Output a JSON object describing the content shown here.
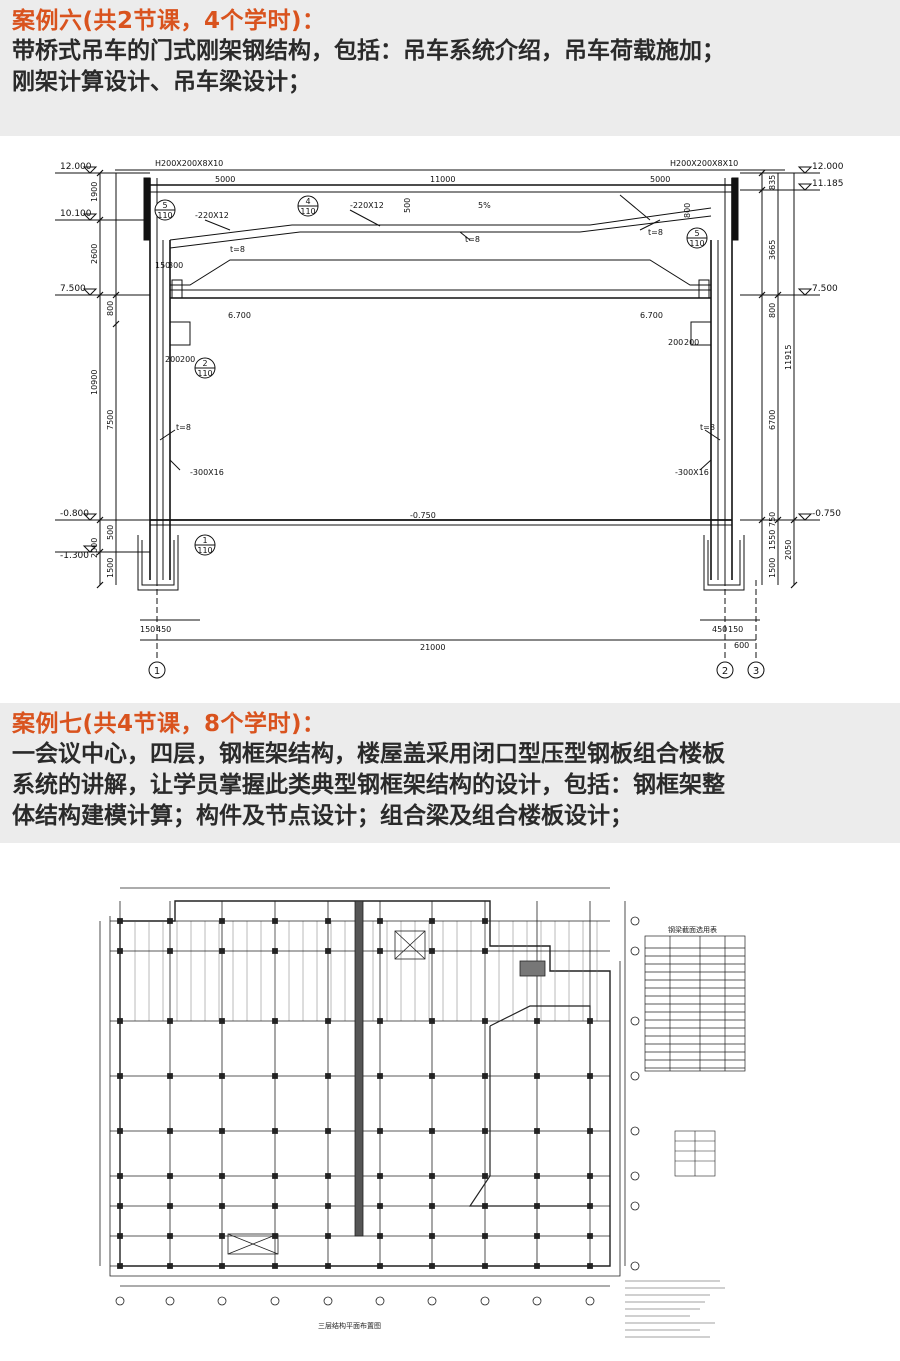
{
  "case6": {
    "title": "案例六(共2节课，4个学时)：",
    "desc1": "带桥式吊车的门式刚架钢结构，包括：吊车系统介绍，吊车荷载施加；",
    "desc2": "刚架计算设计、吊车梁设计；",
    "drawing": {
      "dims_top": [
        "5000",
        "11000",
        "5000"
      ],
      "total_span": "21000",
      "left_section": "H200X200X8X10",
      "right_section": "H200X200X8X10",
      "elev_left": [
        "12.000",
        "10.100",
        "7.500",
        "-0.800",
        "-1.300"
      ],
      "elev_right": [
        "12.000",
        "11.185",
        "7.500",
        "-0.750"
      ],
      "left_dims": [
        "1900",
        "2600",
        "800",
        "10900",
        "7500",
        "500",
        "2000",
        "1500"
      ],
      "right_dims": [
        "835",
        "3665",
        "800",
        "11915",
        "6700",
        "750",
        "1550",
        "2050",
        "1500"
      ],
      "crane_elev": "6.700",
      "floor_elev": "-0.750",
      "slope": "5%",
      "plate_labels": [
        "-220X12",
        "-220X12",
        "-300X16",
        "-300X16"
      ],
      "thickness_labels": [
        "t=8",
        "t=8",
        "t=8",
        "t=8",
        "t=8"
      ],
      "small_dims": [
        "150",
        "300",
        "200",
        "200",
        "200",
        "200",
        "500",
        "800",
        "150",
        "450",
        "450",
        "150",
        "600"
      ],
      "detail_tags": [
        {
          "num": "1",
          "sheet": "110"
        },
        {
          "num": "2",
          "sheet": "110"
        },
        {
          "num": "4",
          "sheet": "110"
        },
        {
          "num": "5",
          "sheet": "110"
        },
        {
          "num": "5",
          "sheet": "110"
        }
      ],
      "axes": [
        "1",
        "2",
        "3"
      ]
    }
  },
  "case7": {
    "title": "案例七(共4节课，8个学时)：",
    "desc1": "一会议中心，四层，钢框架结构，楼屋盖采用闭口型压型钢板组合楼板",
    "desc2": "系统的讲解，让学员掌握此类典型钢框架结构的设计，包括：钢框架整",
    "desc3": "体结构建模计算；构件及节点设计；组合梁及组合楼板设计；",
    "drawing": {
      "plan_title": "三层结构平面布置图",
      "table_title": "钢梁截面选用表"
    }
  }
}
